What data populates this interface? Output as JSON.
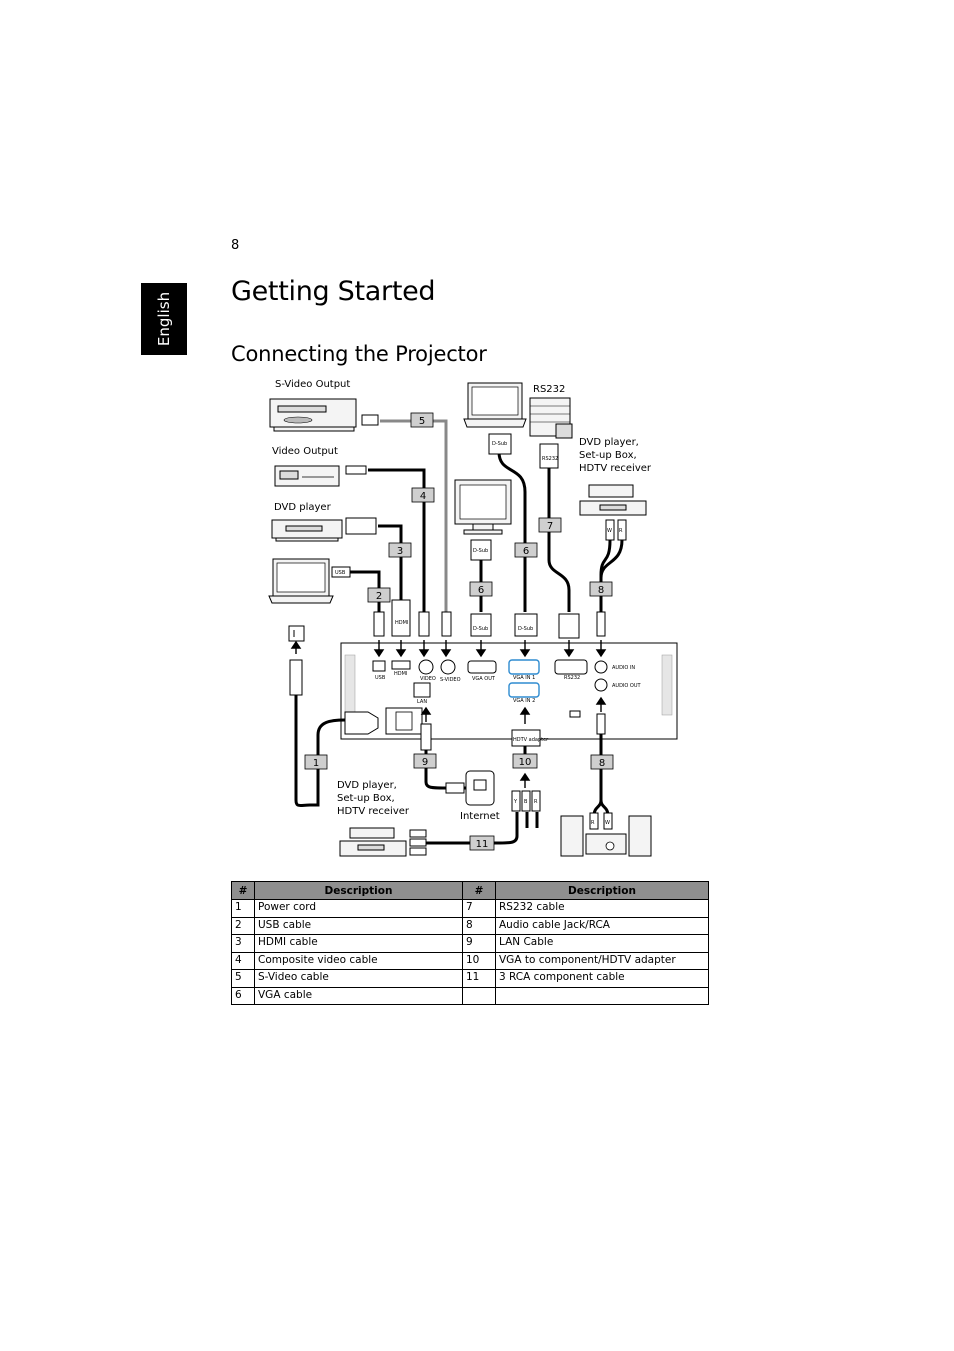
{
  "page_number": "8",
  "language_tab": "English",
  "title": "Getting Started",
  "section_title": "Connecting the Projector",
  "diagram": {
    "device_labels": {
      "svideo_output": "S-Video Output",
      "video_output": "Video Output",
      "dvd_player": "DVD player",
      "rs232": "RS232",
      "dvd_settop_right": [
        "DVD player,",
        "Set-up Box,",
        "HDTV receiver"
      ],
      "dvd_settop_bottom": [
        "DVD player,",
        "Set-up Box,",
        "HDTV receiver"
      ],
      "internet": "Internet"
    },
    "plug_labels": {
      "dsub": "D-Sub",
      "hdmi": "HDMI",
      "usb": "USB",
      "rs232": "RS232",
      "hdtv_adapter": "HDTV adapter"
    },
    "cable_numbers": [
      "1",
      "2",
      "3",
      "4",
      "5",
      "6",
      "7",
      "8",
      "9",
      "10",
      "11"
    ],
    "port_labels": {
      "usb": "USB",
      "hdmi": "HDMI",
      "video": "VIDEO",
      "svideo": "S-VIDEO",
      "vga_out": "VGA OUT",
      "vga_in1": "VGA IN 1",
      "vga_in2": "VGA IN 2",
      "rs232": "RS232",
      "lan": "LAN",
      "audio_in": "AUDIO IN",
      "audio_out": "AUDIO OUT"
    },
    "rca_labels": {
      "r": "R",
      "w": "W",
      "rca_y": "Y",
      "rca_pb": "B",
      "rca_pr": "R"
    }
  },
  "table": {
    "headers": [
      "#",
      "Description",
      "#",
      "Description"
    ],
    "rows": [
      [
        "1",
        "Power cord",
        "7",
        "RS232 cable"
      ],
      [
        "2",
        "USB cable",
        "8",
        "Audio cable Jack/RCA"
      ],
      [
        "3",
        "HDMI cable",
        "9",
        "LAN Cable"
      ],
      [
        "4",
        "Composite video cable",
        "10",
        "VGA to component/HDTV adapter"
      ],
      [
        "5",
        "S-Video cable",
        "11",
        "3 RCA component cable"
      ],
      [
        "6",
        "VGA cable",
        "",
        ""
      ]
    ]
  }
}
